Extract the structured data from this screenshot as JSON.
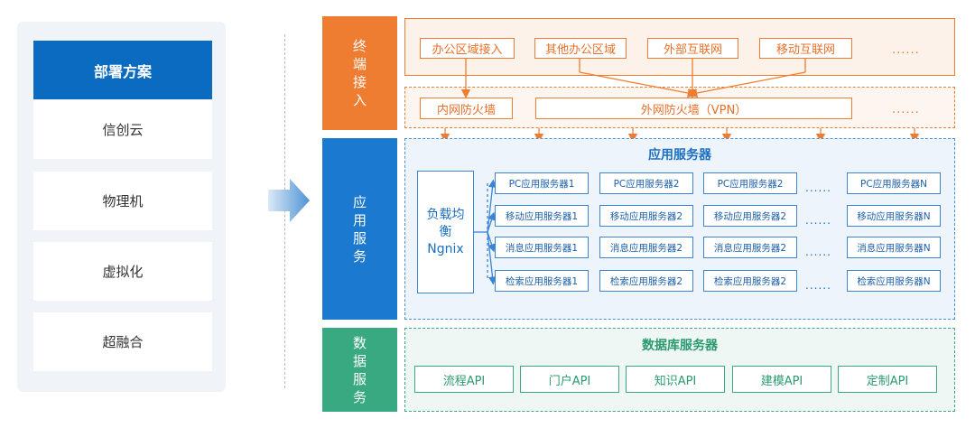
{
  "menu": {
    "items": [
      {
        "label": "部署方案",
        "active": true
      },
      {
        "label": "信创云",
        "active": false
      },
      {
        "label": "物理机",
        "active": false
      },
      {
        "label": "虚拟化",
        "active": false
      },
      {
        "label": "超融合",
        "active": false
      }
    ]
  },
  "sections": {
    "terminal": "终端接入",
    "app": "应用服务",
    "data": "数据服务"
  },
  "terminal": {
    "access": [
      "办公区域接入",
      "其他办公区域",
      "外部互联网",
      "移动互联网"
    ],
    "access_more": "......",
    "intranet_fw": "内网防火墙",
    "extranet_fw": "外网防火墙（VPN）",
    "fw_more": "......"
  },
  "app": {
    "title": "应用服务器",
    "load_balancer": "负载均衡Ngnix",
    "rows": [
      [
        "PC应用服务器1",
        "PC应用服务器2",
        "PC应用服务器2",
        "PC应用服务器N"
      ],
      [
        "移动应用服务器1",
        "移动应用服务器2",
        "移动应用服务器2",
        "移动应用服务器N"
      ],
      [
        "消息应用服务器1",
        "消息应用服务器2",
        "消息应用服务器2",
        "消息应用服务器N"
      ],
      [
        "检索应用服务器1",
        "检索应用服务器2",
        "检索应用服务器2",
        "检索应用服务器N"
      ]
    ],
    "ellipsis": "......"
  },
  "data": {
    "title": "数据库服务器",
    "apis": [
      "流程API",
      "门户API",
      "知识API",
      "建模API",
      "定制API"
    ]
  },
  "colors": {
    "primary_blue": "#0b6bc1",
    "orange": "#ef7d31",
    "blue": "#1b79cf",
    "green": "#38a980"
  }
}
